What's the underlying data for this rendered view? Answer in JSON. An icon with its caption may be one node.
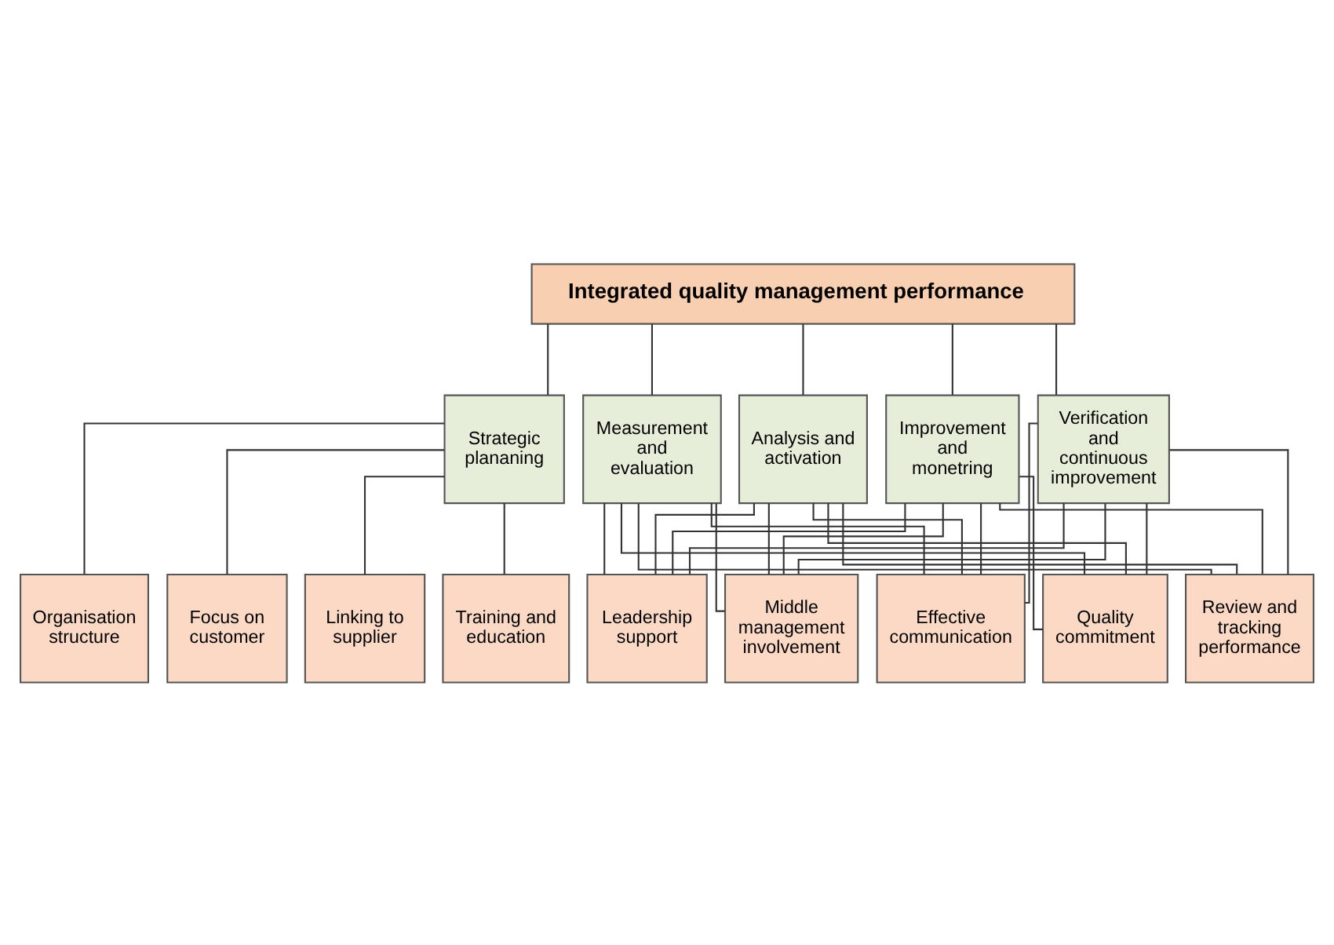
{
  "diagram": {
    "nodes": [
      {
        "text": [
          "Integrated quality management performance"
        ]
      },
      {
        "text": [
          "Strategic plananing"
        ]
      },
      {
        "text": [
          "Measurement and evaluation"
        ]
      },
      {
        "text": [
          "Analysis and activation"
        ]
      },
      {
        "text": [
          "Improvement and monetring"
        ]
      },
      {
        "text": [
          "Verification and continuous improvement"
        ]
      },
      {
        "text": [
          "Organisation structure"
        ]
      },
      {
        "text": [
          "Focus on customer"
        ]
      },
      {
        "text": [
          "Linking to supplier"
        ]
      },
      {
        "text": [
          "Training and education"
        ]
      },
      {
        "text": [
          "Leadership support"
        ]
      },
      {
        "text": [
          "Middle management involvement"
        ]
      },
      {
        "text": [
          "Effective communication"
        ]
      },
      {
        "text": [
          "Quality commitment"
        ]
      },
      {
        "text": [
          "Review and tracking performance"
        ]
      }
    ],
    "edges": [
      {
        "from": 0,
        "to": 1,
        "arrow": "none"
      },
      {
        "from": 0,
        "to": 2,
        "arrow": "none"
      },
      {
        "from": 0,
        "to": 3,
        "arrow": "none"
      },
      {
        "from": 0,
        "to": 4,
        "arrow": "none"
      },
      {
        "from": 0,
        "to": 5,
        "arrow": "none"
      },
      {
        "from": 1,
        "to": 6,
        "arrow": "none"
      },
      {
        "from": 1,
        "to": 7,
        "arrow": "none"
      },
      {
        "from": 1,
        "to": 8,
        "arrow": "none"
      },
      {
        "from": 1,
        "to": 9,
        "arrow": "none"
      },
      {
        "from": 2,
        "to": 10,
        "arrow": "none"
      },
      {
        "from": 2,
        "to": 11,
        "arrow": "none"
      },
      {
        "from": 2,
        "to": 12,
        "arrow": "none"
      },
      {
        "from": 2,
        "to": 13,
        "arrow": "none"
      },
      {
        "from": 2,
        "to": 14,
        "arrow": "none"
      },
      {
        "from": 3,
        "to": 10,
        "arrow": "none"
      },
      {
        "from": 3,
        "to": 11,
        "arrow": "none"
      },
      {
        "from": 3,
        "to": 12,
        "arrow": "none"
      },
      {
        "from": 3,
        "to": 13,
        "arrow": "none"
      },
      {
        "from": 3,
        "to": 14,
        "arrow": "none"
      },
      {
        "from": 4,
        "to": 10,
        "arrow": "none"
      },
      {
        "from": 4,
        "to": 11,
        "arrow": "none"
      },
      {
        "from": 4,
        "to": 12,
        "arrow": "none"
      },
      {
        "from": 4,
        "to": 13,
        "arrow": "none"
      },
      {
        "from": 4,
        "to": 14,
        "arrow": "none"
      },
      {
        "from": 5,
        "to": 10,
        "arrow": "none"
      },
      {
        "from": 5,
        "to": 11,
        "arrow": "none"
      },
      {
        "from": 5,
        "to": 12,
        "arrow": "none"
      },
      {
        "from": 5,
        "to": 13,
        "arrow": "none"
      },
      {
        "from": 5,
        "to": 14,
        "arrow": "none"
      }
    ]
  }
}
